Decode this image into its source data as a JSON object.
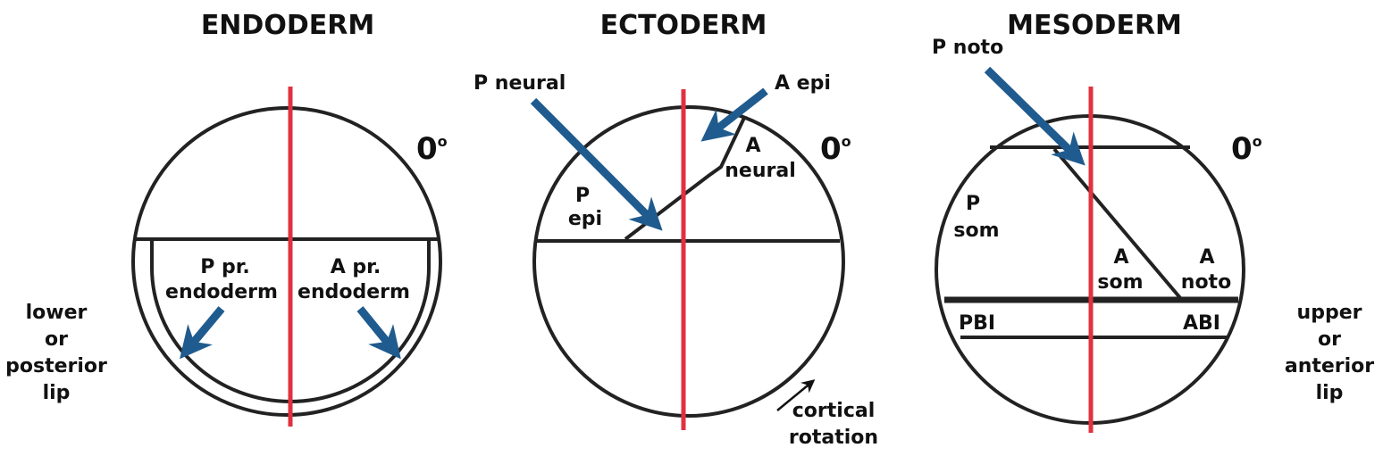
{
  "colors": {
    "axis": "#e0323f",
    "arrow": "#1f5b8e",
    "outline": "#222222"
  },
  "endoderm": {
    "title": "ENDODERM",
    "degree": "0",
    "degree_sup": "o",
    "p_label": [
      "P  pr.",
      "endoderm"
    ],
    "a_label": [
      "A  pr.",
      "endoderm"
    ],
    "side_label": [
      "lower",
      "or",
      "posterior",
      "lip"
    ]
  },
  "ectoderm": {
    "title": "ECTODERM",
    "degree": "0",
    "degree_sup": "o",
    "p_neural": "P neural",
    "a_epi": "A epi",
    "a_neural": [
      "A",
      "neural"
    ],
    "p_epi": [
      "P",
      "epi"
    ],
    "rotation_label": [
      "cortical",
      "rotation"
    ]
  },
  "mesoderm": {
    "title": "MESODERM",
    "degree": "0",
    "degree_sup": "o",
    "p_noto": "P noto",
    "p_som": [
      "P",
      "som"
    ],
    "a_som": [
      "A",
      "som"
    ],
    "a_noto": [
      "A",
      "noto"
    ],
    "pbi": "PBI",
    "abi": "ABI",
    "side_label": [
      "upper",
      "or",
      "anterior",
      "lip"
    ]
  }
}
